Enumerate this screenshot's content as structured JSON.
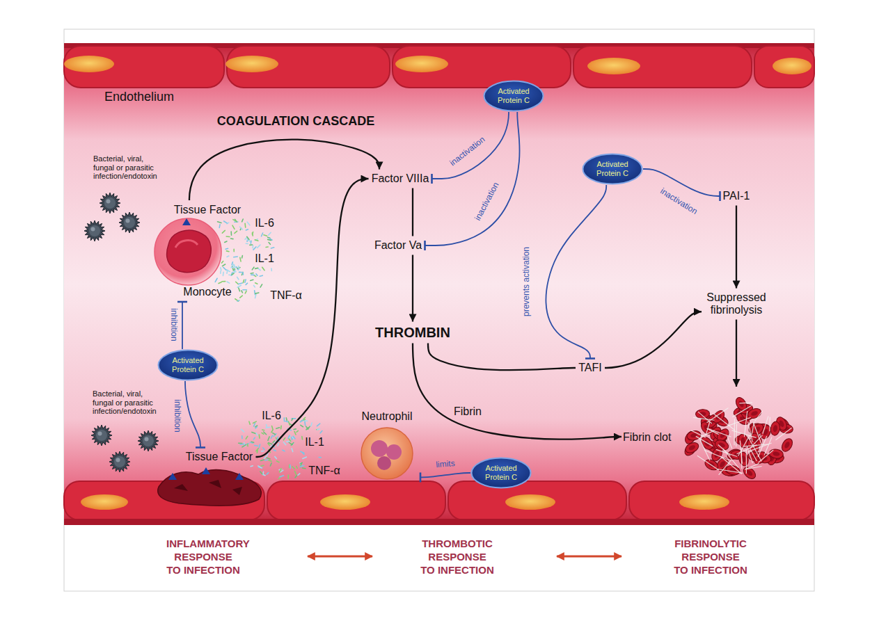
{
  "diagram": {
    "nodes": [
      {
        "text": [
          "Activated Protein C"
        ]
      },
      {
        "text": [
          "Activated Protein C"
        ]
      },
      {
        "text": [
          "Factor VIIIa"
        ]
      },
      {
        "text": [
          "PAI-1"
        ]
      },
      {
        "text": [
          "Tissue Factor",
          "Monocyte"
        ]
      },
      {
        "text": [
          "Factor Va"
        ]
      },
      {
        "text": [
          "Suppressed fibrinolysis"
        ]
      },
      {
        "text": [
          "THROMBIN"
        ]
      },
      {
        "text": [
          "Activated Protein C"
        ]
      },
      {
        "text": [
          "TAFI"
        ]
      },
      {
        "text": [
          "Neutrophil"
        ]
      },
      {
        "text": [
          "Fibrin clot"
        ]
      },
      {
        "text": [
          "Tissue Factor"
        ]
      },
      {
        "text": [
          "Activated Protein C"
        ]
      }
    ],
    "edges": [
      {
        "from": 4,
        "to": 2,
        "label": "COAGULATION CASCADE",
        "arrow": "to"
      },
      {
        "from": 12,
        "to": 2,
        "arrow": "to"
      },
      {
        "from": 2,
        "to": 5,
        "arrow": "none"
      },
      {
        "from": 5,
        "to": 7,
        "arrow": "to"
      },
      {
        "from": 0,
        "to": 2,
        "label": "inactivation",
        "arrow": "to"
      },
      {
        "from": 0,
        "to": 5,
        "label": "inactivation",
        "arrow": "to"
      },
      {
        "from": 7,
        "to": 9,
        "arrow": "none"
      },
      {
        "from": 9,
        "to": 6,
        "arrow": "to"
      },
      {
        "from": 1,
        "to": 9,
        "label": "prevents activation",
        "arrow": "to"
      },
      {
        "from": 1,
        "to": 3,
        "label": "inactivation",
        "arrow": "to"
      },
      {
        "from": 3,
        "to": 6,
        "arrow": "to"
      },
      {
        "from": 6,
        "to": 11,
        "arrow": "to"
      },
      {
        "from": 7,
        "to": 11,
        "label": "Fibrin",
        "arrow": "to"
      },
      {
        "from": 8,
        "to": 4,
        "label": "inhibition",
        "arrow": "to"
      },
      {
        "from": 8,
        "to": 12,
        "label": "inhibition",
        "arrow": "to"
      },
      {
        "from": 13,
        "to": 10,
        "label": "limits",
        "arrow": "to"
      }
    ],
    "labels": [
      "Endothelium",
      "Bacterial, viral, fungal or parasitic infection/endotoxin",
      "IL-6",
      "IL-1",
      "TNF-α",
      "Bacterial, viral, fungal or parasitic infection/endotoxin",
      "IL-6",
      "IL-1",
      "TNF-α",
      "INFLAMMATORY RESPONSE TO INFECTION",
      "THROMBOTIC RESPONSE TO INFECTION",
      "FIBRINOLYTIC RESPONSE TO INFECTION"
    ]
  }
}
